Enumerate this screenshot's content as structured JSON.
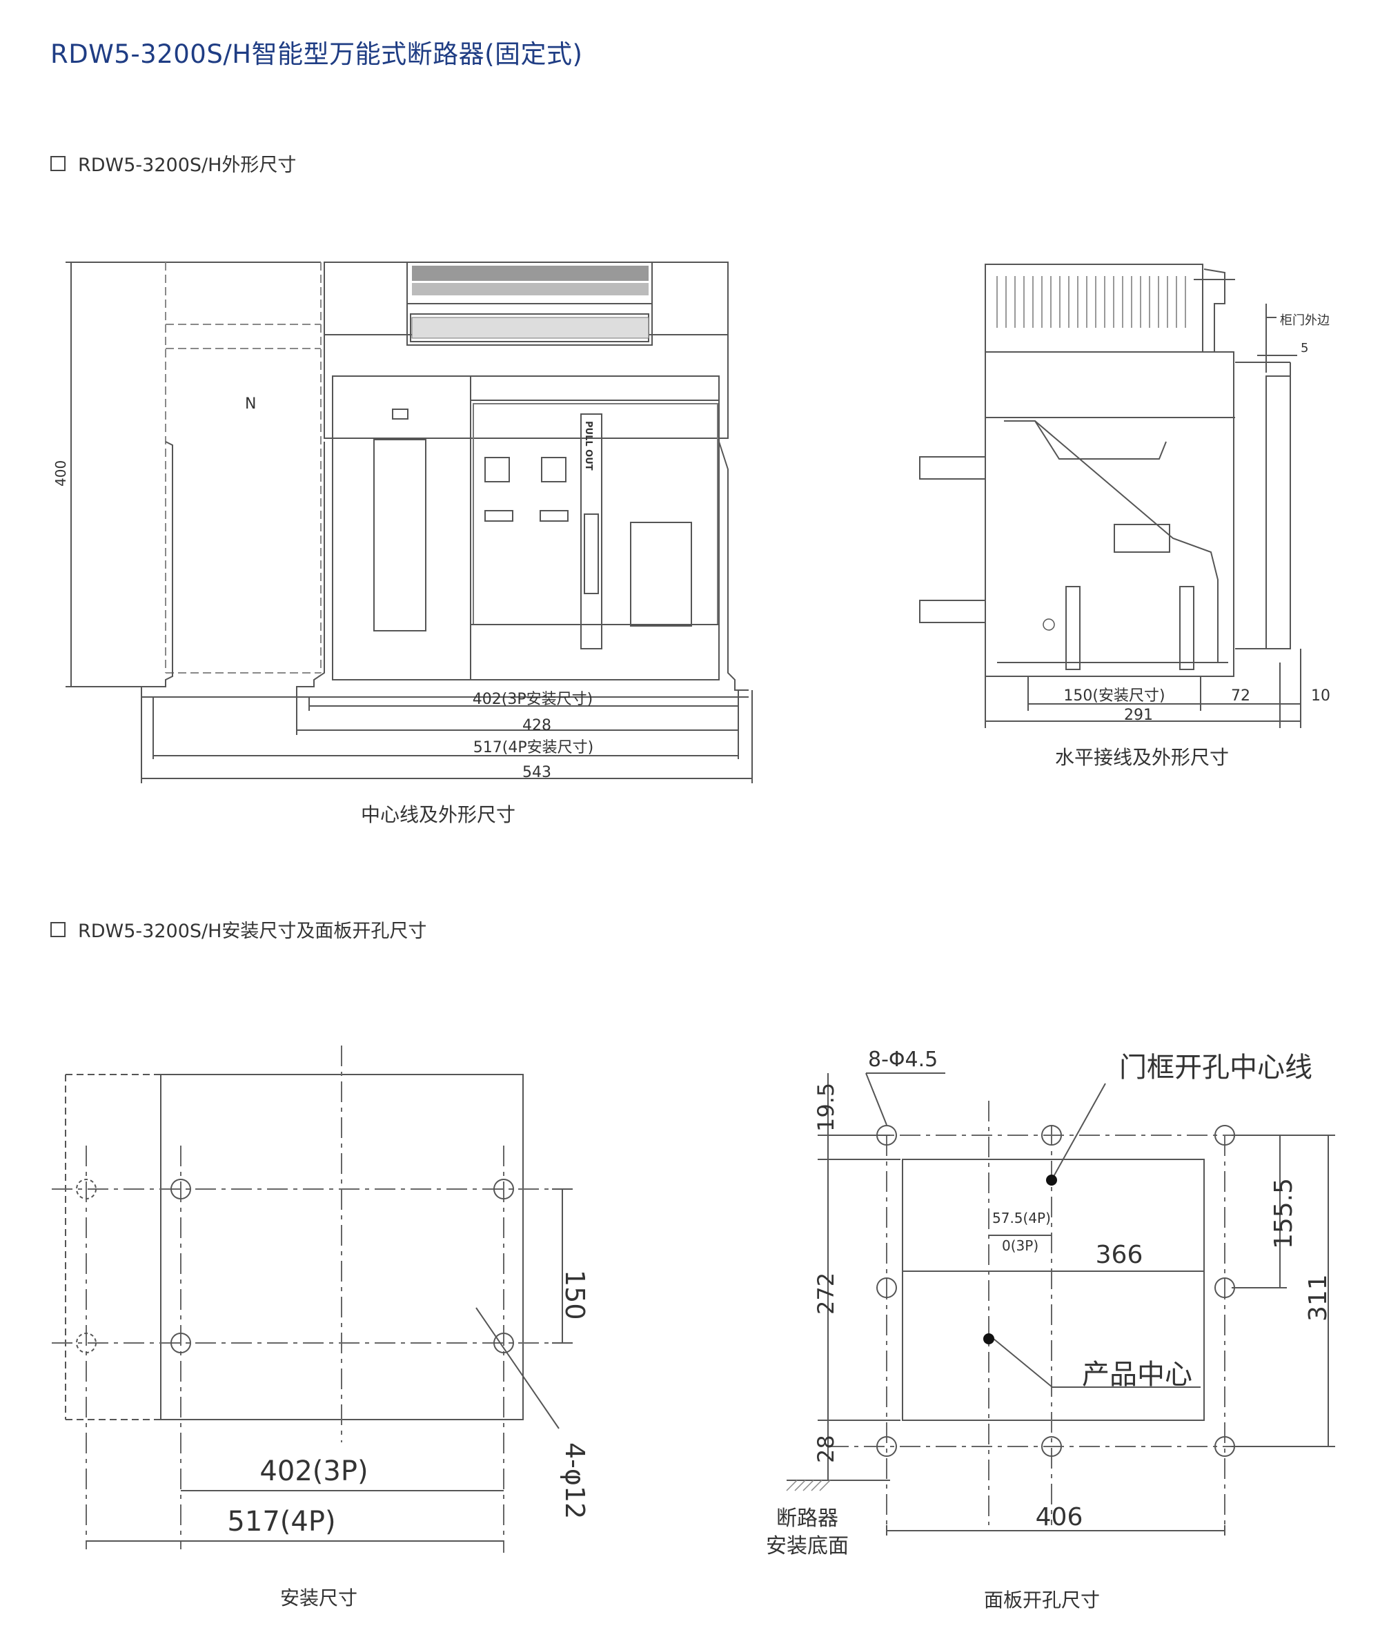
{
  "page": {
    "title": "RDW5-3200S/H智能型万能式断路器(固定式)"
  },
  "sections": [
    {
      "heading": "RDW5-3200S/H外形尺寸"
    },
    {
      "heading": "RDW5-3200S/H安装尺寸及面板开孔尺寸"
    }
  ],
  "front_view": {
    "caption": "中心线及外形尺寸",
    "pole_label": "N",
    "pull_out_label": "PULL OUT",
    "dim_height": "400",
    "dim_402": "402(3P安装尺寸)",
    "dim_428": "428",
    "dim_517": "517(4P安装尺寸)",
    "dim_543": "543"
  },
  "side_view": {
    "caption": "水平接线及外形尺寸",
    "door_edge_label": "柜门外边",
    "dim_5": "5",
    "dim_150": "150(安装尺寸)",
    "dim_72": "72",
    "dim_10": "10",
    "dim_291": "291"
  },
  "mount_view": {
    "caption": "安装尺寸",
    "dim_150": "150",
    "holes_label": "4-φ12",
    "dim_402": "402(3P)",
    "dim_517": "517(4P)"
  },
  "panel_view": {
    "caption": "面板开孔尺寸",
    "holes_label": "8-Φ4.5",
    "door_center_label": "门框开孔中心线",
    "product_center_label": "产品中心",
    "base_label_line1": "断路器",
    "base_label_line2": "安装底面",
    "dim_19_5": "19.5",
    "dim_272": "272",
    "dim_28": "28",
    "dim_57_5": "57.5(4P)",
    "dim_0": "0(3P)",
    "dim_366": "366",
    "dim_155_5": "155.5",
    "dim_311": "311",
    "dim_406": "406"
  }
}
